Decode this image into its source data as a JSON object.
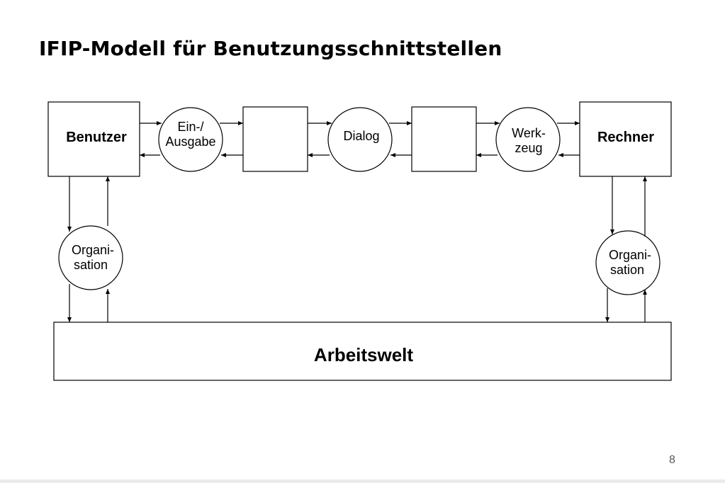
{
  "slide": {
    "title": "IFIP-Modell für Benutzungsschnittstellen",
    "page_number": "8"
  },
  "diagram": {
    "benutzer": "Benutzer",
    "rechner": "Rechner",
    "ein_ausgabe": [
      "Ein-/",
      "Ausgabe"
    ],
    "dialog": "Dialog",
    "werkzeug": [
      "Werk-",
      "zeug"
    ],
    "organisation_left": [
      "Organi-",
      "sation"
    ],
    "organisation_right": [
      "Organi-",
      "sation"
    ],
    "arbeitswelt": "Arbeitswelt"
  }
}
